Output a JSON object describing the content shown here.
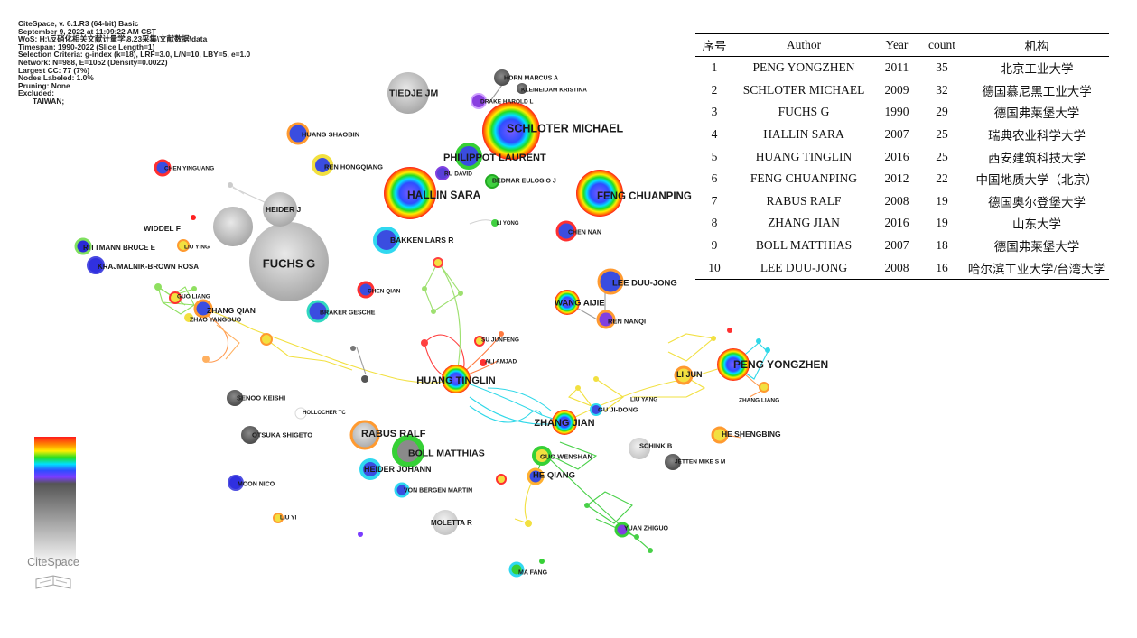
{
  "info_lines": [
    "CiteSpace, v. 6.1.R3 (64-bit) Basic",
    "September 9, 2022 at 11:09:22 AM CST",
    "WoS: H:\\反硝化相关文献计量学\\8.23采集\\文献数据\\data",
    "Timespan: 1990-2022 (Slice Length=1)",
    "Selection Criteria: g-index (k=18), LRF=3.0, L/N=10, LBY=5, e=1.0",
    "Network: N=988, E=1052 (Density=0.0022)",
    "Largest CC: 77 (7%)",
    "Nodes Labeled: 1.0%",
    "Pruning: None",
    "Excluded:",
    "TAIWAN;"
  ],
  "logo_text": "CiteSpace",
  "table": {
    "headers": [
      "序号",
      "Author",
      "Year",
      "count",
      "机构"
    ],
    "rows": [
      [
        "1",
        "PENG YONGZHEN",
        "2011",
        "35",
        "北京工业大学"
      ],
      [
        "2",
        "SCHLOTER MICHAEL",
        "2009",
        "32",
        "德国慕尼黑工业大学"
      ],
      [
        "3",
        "FUCHS G",
        "1990",
        "29",
        "德国弗莱堡大学"
      ],
      [
        "4",
        "HALLIN SARA",
        "2007",
        "25",
        "瑞典农业科学大学"
      ],
      [
        "5",
        "HUANG TINGLIN",
        "2016",
        "25",
        "西安建筑科技大学"
      ],
      [
        "6",
        "FENG CHUANPING",
        "2012",
        "22",
        "中国地质大学（北京）"
      ],
      [
        "7",
        "RABUS RALF",
        "2008",
        "19",
        "德国奥尔登堡大学"
      ],
      [
        "8",
        "ZHANG JIAN",
        "2016",
        "19",
        "山东大学"
      ],
      [
        "9",
        "BOLL MATTHIAS",
        "2007",
        "18",
        "德国弗莱堡大学"
      ],
      [
        "10",
        "LEE DUU-JONG",
        "2008",
        "16",
        "哈尔滨工业大学/台湾大学"
      ]
    ]
  },
  "nodes": [
    {
      "label": "HORN MARCUS A",
      "style": "gray"
    },
    {
      "label": "KLEINEIDAM KRISTINA",
      "style": "gray"
    },
    {
      "label": "TIEDJE JM",
      "style": "gray"
    },
    {
      "label": "DRAKE HAROLD L",
      "style": "purple"
    },
    {
      "label": "SCHLOTER MICHAEL",
      "style": "rainbow"
    },
    {
      "label": "HUANG SHAOBIN",
      "style": "orange"
    },
    {
      "label": "PHILIPPOT LAURENT",
      "style": "green"
    },
    {
      "label": "REN HONGQIANG",
      "style": "yellow"
    },
    {
      "label": "CHEN YINGUANG",
      "style": "red"
    },
    {
      "label": "RU DAVID",
      "style": "purple"
    },
    {
      "label": "BEDMAR EULOGIO J",
      "style": "green"
    },
    {
      "label": "HALLIN SARA",
      "style": "rainbow"
    },
    {
      "label": "FENG CHUANPING",
      "style": "rainbow"
    },
    {
      "label": "HEIDER J",
      "style": "gray"
    },
    {
      "label": "WIDDEL F",
      "style": "gray"
    },
    {
      "label": "LI YONG",
      "style": "green"
    },
    {
      "label": "CHEN NAN",
      "style": "red"
    },
    {
      "label": "BAKKEN LARS R",
      "style": "cyan"
    },
    {
      "label": "RITTMANN BRUCE E",
      "style": "green"
    },
    {
      "label": "LIU YING",
      "style": "orange"
    },
    {
      "label": "FUCHS G",
      "style": "gray"
    },
    {
      "label": "KRAJMALNIK-BROWN ROSA",
      "style": "blue"
    },
    {
      "label": "LEE DUU-JONG",
      "style": "blue"
    },
    {
      "label": "CHEN QIAN",
      "style": "red"
    },
    {
      "label": "GUO LIANG",
      "style": "red"
    },
    {
      "label": "WANG AIJIE",
      "style": "rainbow"
    },
    {
      "label": "ZHANG QIAN",
      "style": "orange"
    },
    {
      "label": "BRAKER GESCHE",
      "style": "cyan"
    },
    {
      "label": "ZHAO YANGGUO",
      "style": "yellow"
    },
    {
      "label": "REN NANQI",
      "style": "orange"
    },
    {
      "label": "SU JUNFENG",
      "style": "orange"
    },
    {
      "label": "PENG YONGZHEN",
      "style": "rainbow"
    },
    {
      "label": "ALI AMJAD",
      "style": "red"
    },
    {
      "label": "HUANG TINGLIN",
      "style": "rainbow"
    },
    {
      "label": "LI JUN",
      "style": "yellow"
    },
    {
      "label": "SENOO KEISHI",
      "style": "gray"
    },
    {
      "label": "LIU YANG",
      "style": "yellow"
    },
    {
      "label": "ZHANG LIANG",
      "style": "orange"
    },
    {
      "label": "GU JI-DONG",
      "style": "blue"
    },
    {
      "label": "HOLLOCHER TC",
      "style": "lightgray"
    },
    {
      "label": "ZHANG JIAN",
      "style": "rainbow"
    },
    {
      "label": "OTSUKA SHIGETO",
      "style": "gray"
    },
    {
      "label": "HE SHENGBING",
      "style": "orange"
    },
    {
      "label": "RABUS RALF",
      "style": "gray"
    },
    {
      "label": "BOLL MATTHIAS",
      "style": "green"
    },
    {
      "label": "SCHINK B",
      "style": "lightgray"
    },
    {
      "label": "GUO WENSHAN",
      "style": "green"
    },
    {
      "label": "JETTEN MIKE S M",
      "style": "gray"
    },
    {
      "label": "HEIDER JOHANN",
      "style": "cyan"
    },
    {
      "label": "HE QIANG",
      "style": "orange"
    },
    {
      "label": "MOON NICO",
      "style": "blue"
    },
    {
      "label": "VON BERGEN MARTIN",
      "style": "cyan"
    },
    {
      "label": "LIU YI",
      "style": "orange"
    },
    {
      "label": "MOLETTA R",
      "style": "lightgray"
    },
    {
      "label": "YUAN ZHIGUO",
      "style": "green"
    },
    {
      "label": "MA FANG",
      "style": "green"
    }
  ]
}
